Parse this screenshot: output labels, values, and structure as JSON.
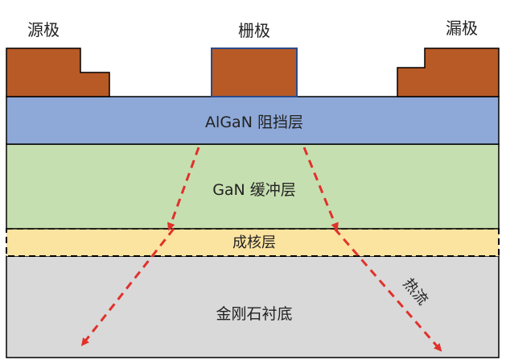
{
  "electrodes": {
    "source": "源极",
    "gate": "栅极",
    "drain": "漏极"
  },
  "layers": {
    "barrier": "AlGaN 阻挡层",
    "buffer": "GaN 缓冲层",
    "nucleation": "成核层",
    "substrate": "金刚石衬底"
  },
  "annotations": {
    "heat_flow": "热流"
  },
  "colors": {
    "electrode": "#b85a25",
    "barrier": "#8ea9d8",
    "buffer": "#c6dfb0",
    "nucleation": "#fbe3a0",
    "substrate": "#d9d9d9",
    "arrow": "#e0312b"
  }
}
